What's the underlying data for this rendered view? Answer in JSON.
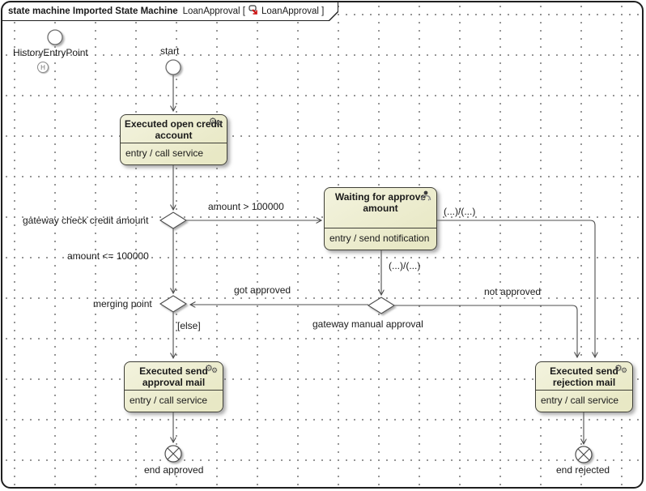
{
  "frame": {
    "title_bold": "state machine Imported State Machine",
    "context": "LoanApproval [",
    "ref_name": "LoanApproval ]"
  },
  "icons": {
    "gear_glyph": "⚙",
    "state_machine_ref": "state-machine-icon",
    "call_behavior": "gears-icon",
    "user_task": "person-icon"
  },
  "nodes": {
    "history_entry_point": {
      "label": "HistoryEntryPoint",
      "symbol": "H"
    },
    "start": {
      "label": "start"
    },
    "state_open_credit": {
      "title": "Executed open credit account",
      "entry": "entry / call service"
    },
    "gateway_check": {
      "label": "gateway check credit amount"
    },
    "state_waiting": {
      "title": "Waiting for approve amount",
      "entry": "entry / send notification"
    },
    "gateway_manual": {
      "label": "gateway manual approval"
    },
    "merging_point": {
      "label": "merging point"
    },
    "state_approval_mail": {
      "title": "Executed send approval mail",
      "entry": "entry / call service"
    },
    "state_rejection_mail": {
      "title": "Executed send rejection mail",
      "entry": "entry / call service"
    },
    "end_approved": {
      "label": "end approved"
    },
    "end_rejected": {
      "label": "end rejected"
    }
  },
  "transitions": {
    "amount_gt": "amount > 100000",
    "amount_le": "amount <= 100000",
    "waiting_right": "(...)/(...)",
    "waiting_down": "(...)/(...)",
    "got_approved": "got approved",
    "not_approved": "not approved",
    "else_guard": "[else]"
  },
  "colors": {
    "state_fill": "#eaeac9",
    "state_border": "#3f3f37",
    "line": "#4d4d4d",
    "grid_dot": "#8d8d8d",
    "ref_icon_red": "#cc1111"
  }
}
